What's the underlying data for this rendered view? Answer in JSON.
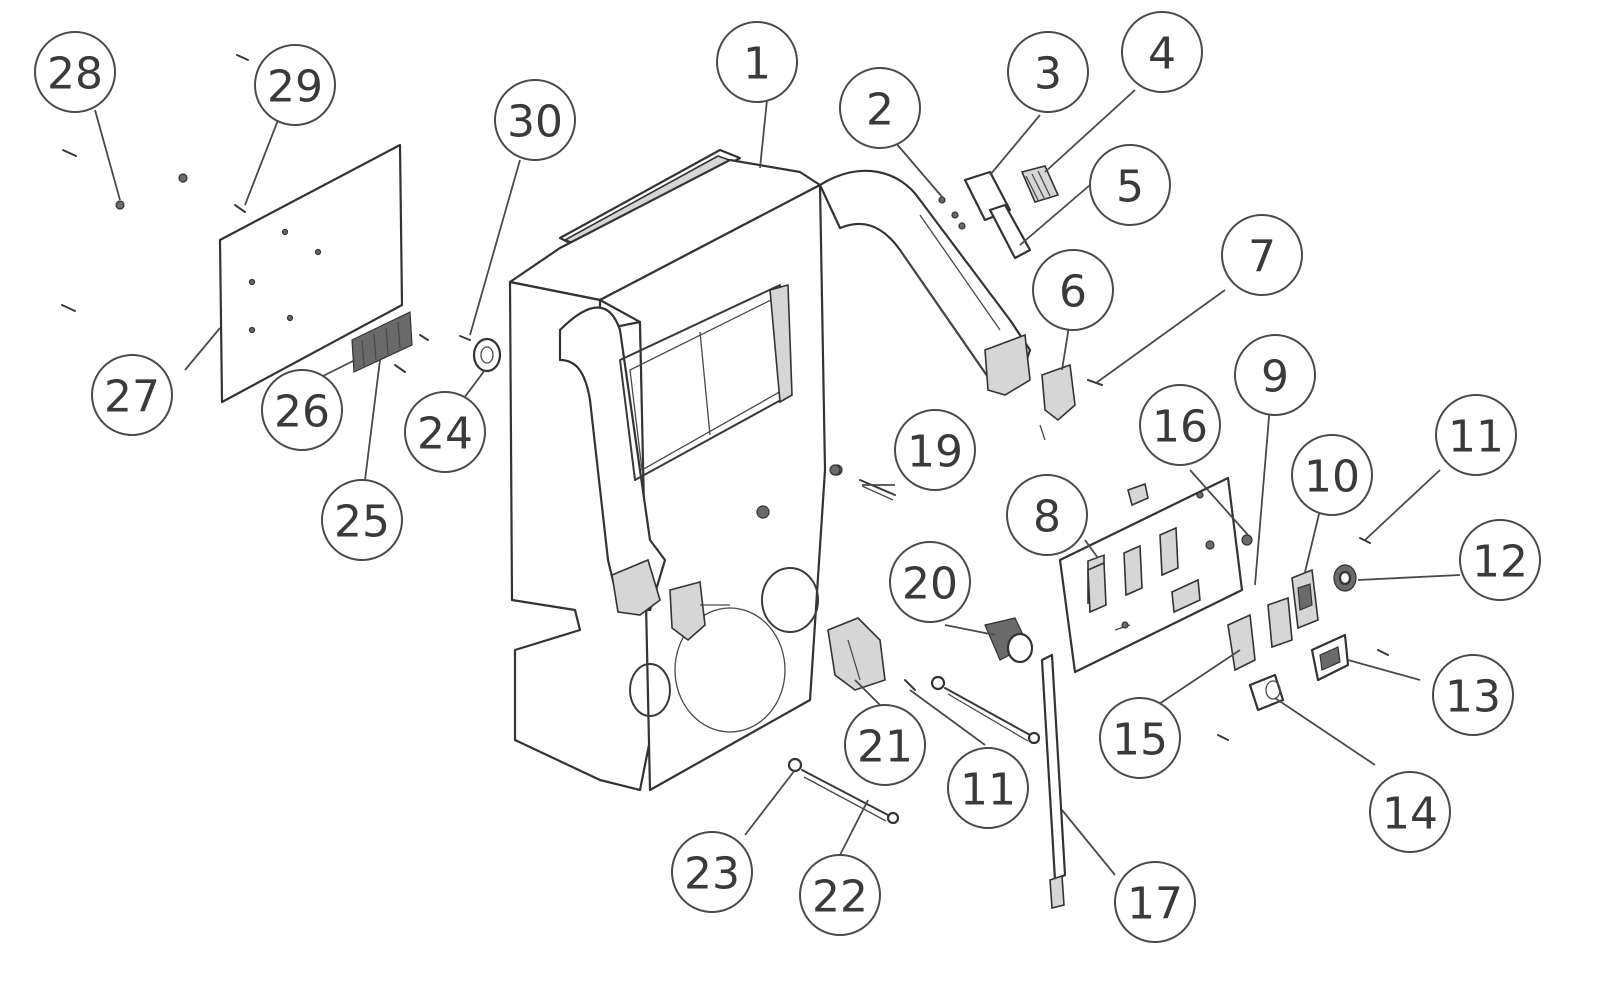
{
  "callouts": [
    {
      "label": "1"
    },
    {
      "label": "2"
    },
    {
      "label": "3"
    },
    {
      "label": "4"
    },
    {
      "label": "5"
    },
    {
      "label": "6"
    },
    {
      "label": "7"
    },
    {
      "label": "8"
    },
    {
      "label": "9"
    },
    {
      "label": "10"
    },
    {
      "label": "11"
    },
    {
      "label": "11"
    },
    {
      "label": "12"
    },
    {
      "label": "13"
    },
    {
      "label": "14"
    },
    {
      "label": "15"
    },
    {
      "label": "16"
    },
    {
      "label": "17"
    },
    {
      "label": "19"
    },
    {
      "label": "20"
    },
    {
      "label": "21"
    },
    {
      "label": "22"
    },
    {
      "label": "23"
    },
    {
      "label": "24"
    },
    {
      "label": "25"
    },
    {
      "label": "26"
    },
    {
      "label": "27"
    },
    {
      "label": "28"
    },
    {
      "label": "29"
    },
    {
      "label": "30"
    }
  ]
}
